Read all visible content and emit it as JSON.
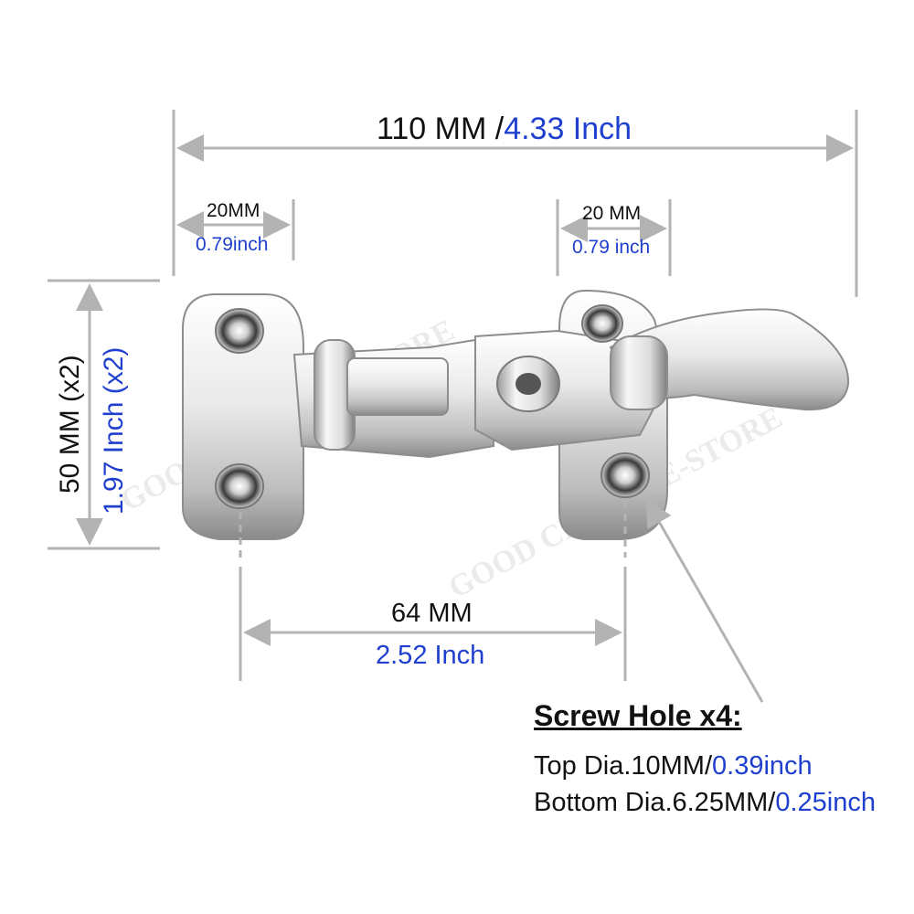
{
  "dimensions": {
    "total_width": {
      "mm": "110 MM /",
      "inch": "4.33 Inch"
    },
    "left_tab": {
      "mm": "20MM",
      "inch": "0.79inch"
    },
    "right_tab": {
      "mm": "20 MM",
      "inch": "0.79 inch"
    },
    "height": {
      "mm": "50 MM (x2)",
      "inch": "1.97 Inch (x2)"
    },
    "hole_spacing": {
      "mm": "64 MM",
      "inch": "2.52 Inch"
    }
  },
  "screw_holes": {
    "title": "Screw Hole x4:",
    "top_dia_mm": "Top Dia.10MM/",
    "top_dia_inch": "0.39inch",
    "bottom_dia_mm": "Bottom Dia.6.25MM/",
    "bottom_dia_inch": "0.25inch"
  },
  "watermark": "GOOD CHOICE E-STORE",
  "colors": {
    "dimension_line": "#b3b3b3",
    "metric_text": "#111111",
    "imperial_text": "#1f3fcf",
    "metal_light": "#f4f4f4",
    "metal_dark": "#6f6f6f"
  }
}
